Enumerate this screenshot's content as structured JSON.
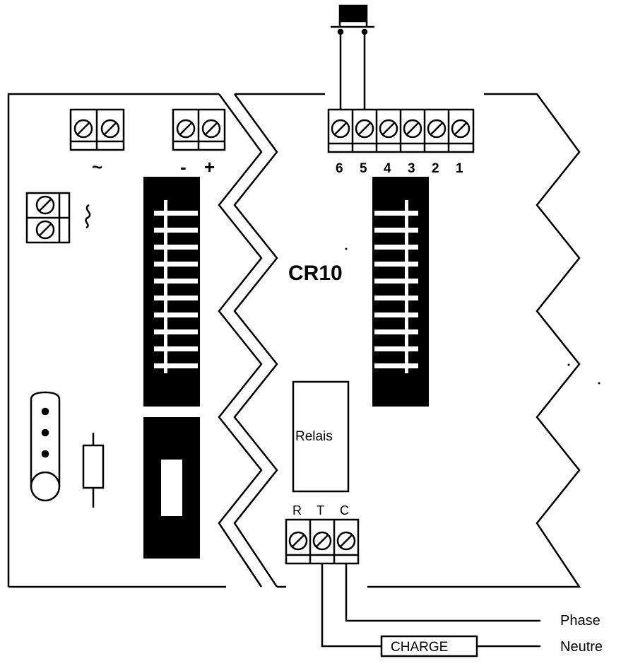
{
  "model_label": "CR10",
  "relay_label": "Relais",
  "load_label": "CHARGE",
  "terminal_numbers": [
    "6",
    "5",
    "4",
    "3",
    "2",
    "1"
  ],
  "relay_terminals": [
    "R",
    "T",
    "C"
  ],
  "polarity": {
    "minus": "-",
    "plus": "+"
  },
  "ac_symbol": "~",
  "wires": {
    "phase": "Phase",
    "neutral": "Neutre"
  }
}
